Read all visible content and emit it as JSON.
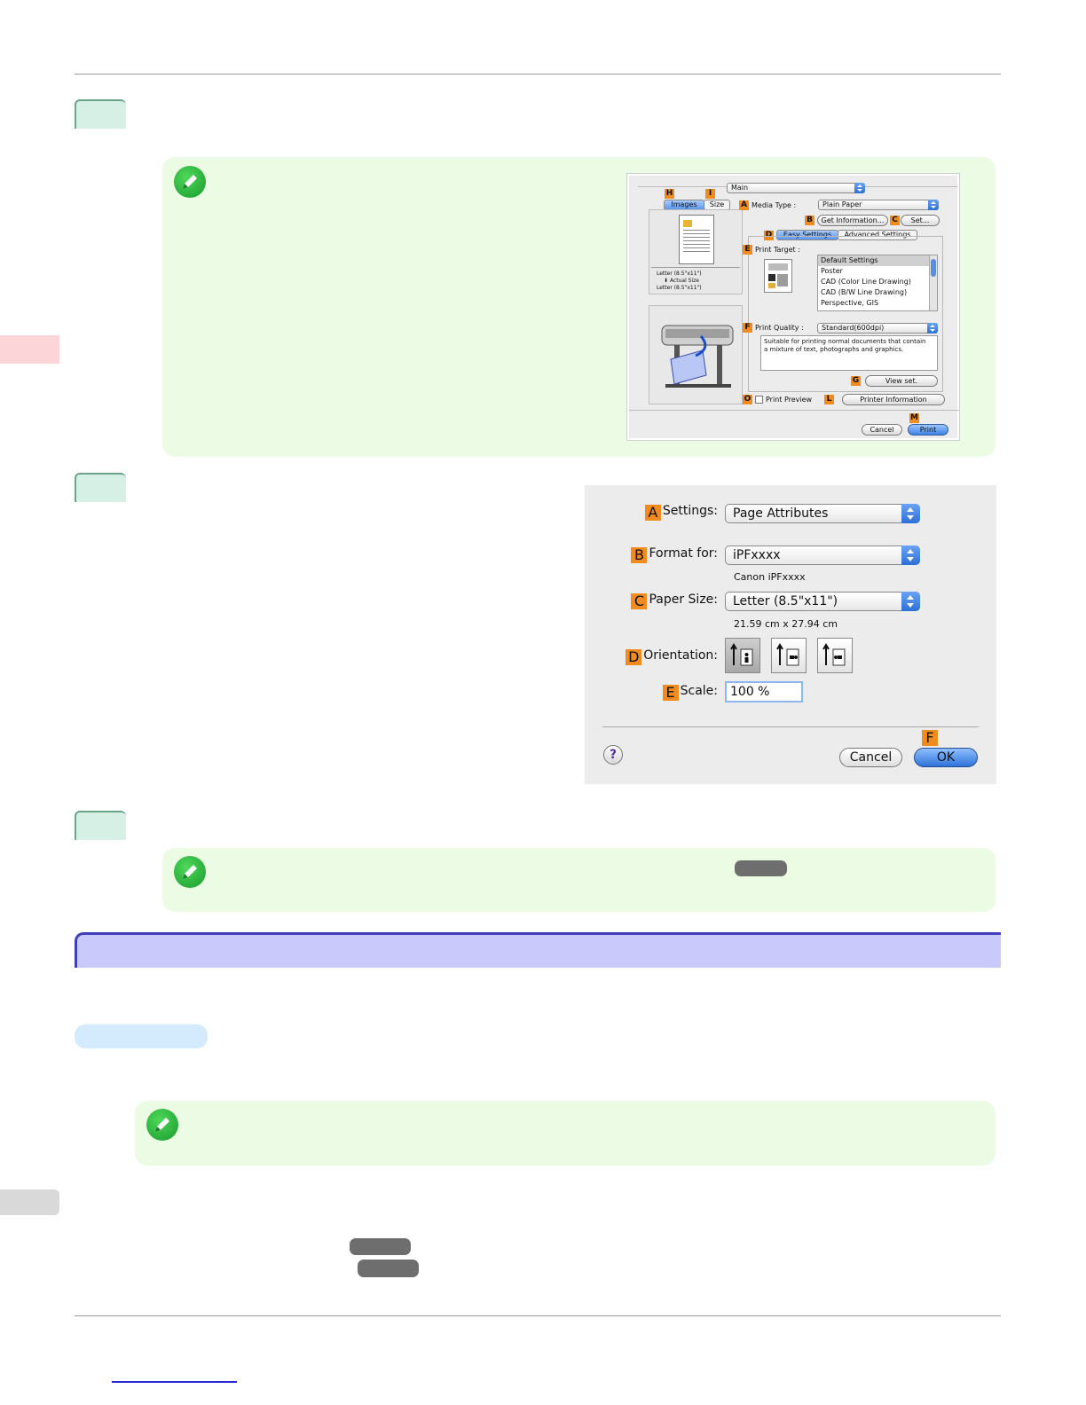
{
  "dialog_print": {
    "panel_popup": "Main",
    "tags": {
      "a": "A",
      "b": "B",
      "c": "C",
      "d": "D",
      "e": "E",
      "f": "F",
      "g": "G",
      "h": "H",
      "i": "I",
      "l": "L",
      "m": "M",
      "o": "O"
    },
    "tab_images": "Images",
    "tab_size": "Size",
    "media_type_label": "Media Type :",
    "media_type_value": "Plain Paper",
    "get_information_button": "Get Information...",
    "set_button": "Set...",
    "easy_settings_tab": "Easy Settings",
    "advanced_settings_tab": "Advanced Settings",
    "print_target_label": "Print Target :",
    "print_target_items": [
      "Default Settings",
      "Poster",
      "CAD (Color Line Drawing)",
      "CAD (B/W Line Drawing)",
      "Perspective, GIS"
    ],
    "size_info_line1": "Letter (8.5\"x11\")",
    "size_info_line2": "Actual Size",
    "size_info_line3": "Letter (8.5\"x11\")",
    "print_quality_label": "Print Quality :",
    "print_quality_value": "Standard(600dpi)",
    "description_line1": "Suitable for printing normal documents that contain",
    "description_line2": "a mixture of text, photographs and graphics.",
    "view_set_button": "View set.",
    "print_preview_label": "Print Preview",
    "printer_information_button": "Printer Information",
    "cancel_button": "Cancel",
    "print_button": "Print"
  },
  "dialog_page": {
    "tags": {
      "a": "A",
      "b": "B",
      "c": "C",
      "d": "D",
      "e": "E",
      "f": "F"
    },
    "settings_label": "Settings:",
    "settings_value": "Page Attributes",
    "format_for_label": "Format for:",
    "format_for_value": "iPFxxxx",
    "format_for_sub": "Canon iPFxxxx",
    "paper_size_label": "Paper Size:",
    "paper_size_value": "Letter (8.5\"x11\")",
    "paper_size_sub": "21.59 cm x 27.94 cm",
    "orientation_label": "Orientation:",
    "scale_label": "Scale:",
    "scale_value": "100 %",
    "help_glyph": "?",
    "cancel_button": "Cancel",
    "ok_button": "OK"
  }
}
